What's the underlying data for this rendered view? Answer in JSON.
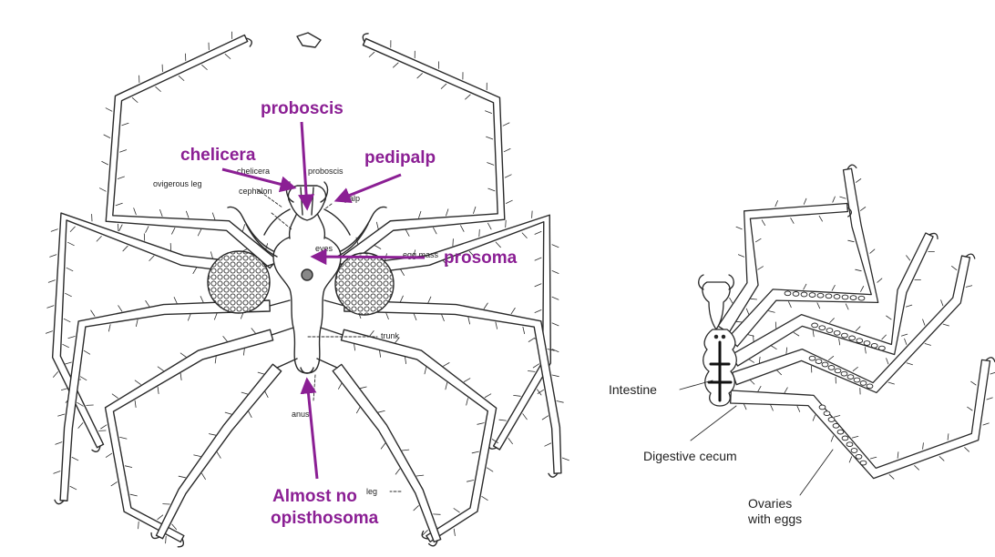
{
  "colors": {
    "annotation": "#8b1f94",
    "ink": "#2a2a2a"
  },
  "left_figure": {
    "annotations": {
      "proboscis": "proboscis",
      "chelicera": "chelicera",
      "pedipalp": "pedipalp",
      "prosoma": "prosoma",
      "opisthosoma_line1": "Almost no",
      "opisthosoma_line2": "opisthosoma"
    },
    "small_labels": {
      "chelicera": "chelicera",
      "proboscis": "proboscis",
      "ovigerous_leg": "ovigerous leg",
      "cephalon": "cephalon",
      "palp": "palp",
      "eyes": "eyes",
      "egg_mass": "egg mass",
      "trunk": "trunk",
      "anus": "anus",
      "leg": "leg"
    }
  },
  "right_figure": {
    "labels": {
      "intestine": "Intestine",
      "digestive_cecum": "Digestive cecum",
      "ovaries_line1": "Ovaries",
      "ovaries_line2": "with eggs"
    }
  }
}
